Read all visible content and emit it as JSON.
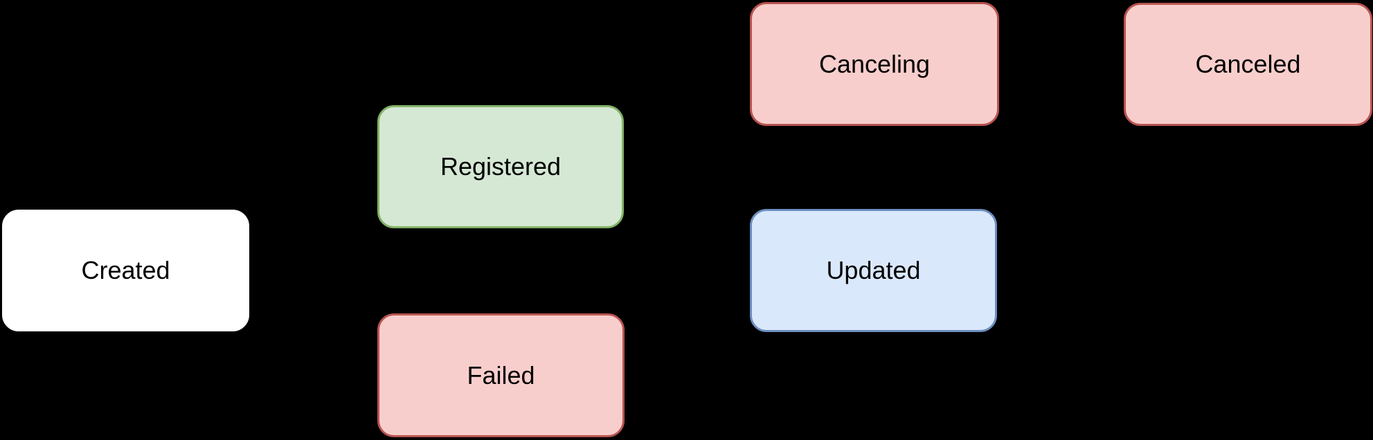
{
  "diagram": {
    "type": "state-diagram",
    "background_color": "#000000",
    "text_color": "#000000",
    "nodes": [
      {
        "id": "created",
        "label": "Created",
        "fill": "#ffffff",
        "stroke": "#ffffff"
      },
      {
        "id": "registered",
        "label": "Registered",
        "fill": "#d5e8d4",
        "stroke": "#82b366"
      },
      {
        "id": "failed",
        "label": "Failed",
        "fill": "#f8cecc",
        "stroke": "#b85450"
      },
      {
        "id": "canceling",
        "label": "Canceling",
        "fill": "#f8cecc",
        "stroke": "#b85450"
      },
      {
        "id": "canceled",
        "label": "Canceled",
        "fill": "#f8cecc",
        "stroke": "#b85450"
      },
      {
        "id": "updated",
        "label": "Updated",
        "fill": "#dae8fc",
        "stroke": "#6c8ebf"
      }
    ]
  }
}
